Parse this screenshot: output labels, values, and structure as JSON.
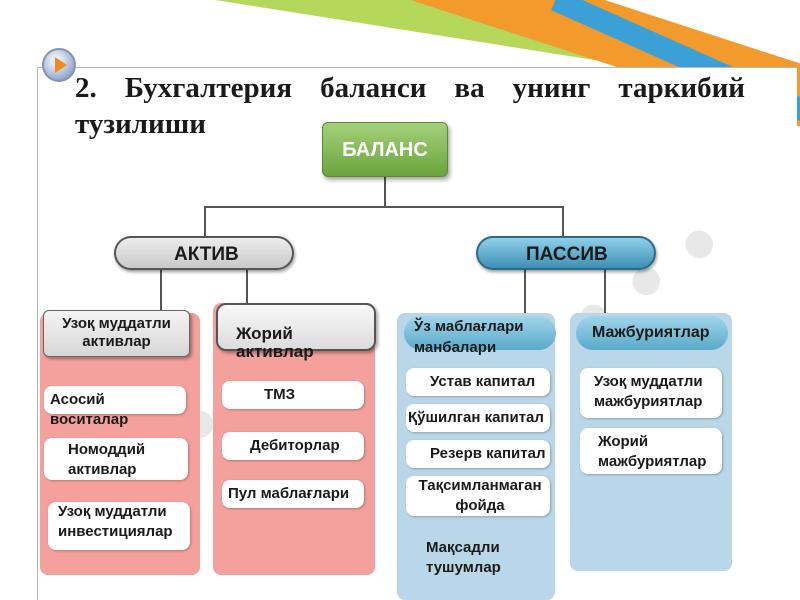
{
  "title": "2. Бухгалтерия баланси ва унинг таркибий тузилиши",
  "colors": {
    "balance": "#69a53d",
    "aktiv": "#c9c9c9",
    "passiv": "#3e8fb5",
    "asset_column": "#f4a09c",
    "liability_column": "#b9d7e8"
  },
  "diagram": {
    "root": "БАЛАНС",
    "aktiv": {
      "label": "АКТИВ",
      "groups": [
        {
          "label": "Узоқ муддатли активлар",
          "items": [
            "Асосий воситалар",
            "Номоддий активлар",
            "Узоқ муддатли инвестициялар"
          ]
        },
        {
          "label": "Жорий активлар",
          "items": [
            "ТМЗ",
            "Дебиторлар",
            "Пул маблағлари"
          ]
        }
      ]
    },
    "passiv": {
      "label": "ПАССИВ",
      "groups": [
        {
          "label": "Ўз маблағлари манбалари",
          "items": [
            "Устав капитал",
            "Қўшилган капитал",
            "Резерв капитал",
            "Тақсимланмаган фойда",
            "Мақсадли тушумлар"
          ]
        },
        {
          "label": "Мажбуриятлар",
          "items": [
            "Узоқ муддатли мажбуриятлар",
            "Жорий мажбуриятлар"
          ]
        }
      ]
    }
  }
}
